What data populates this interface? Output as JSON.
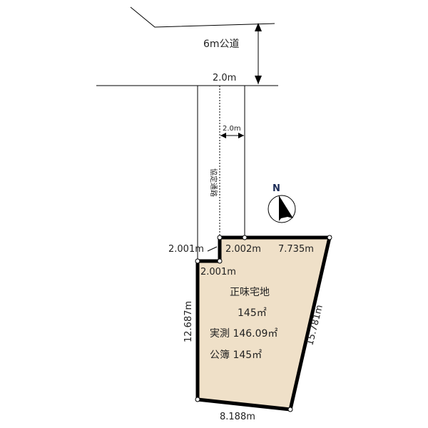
{
  "road": {
    "label": "6m公道",
    "frontage": "2.0m"
  },
  "passage": {
    "label": "協定通路",
    "width": "2.0m"
  },
  "compass": {
    "label": "N"
  },
  "dimensions": {
    "notch_left": "2.001m",
    "top_left": "2.002m",
    "top_right": "7.735m",
    "notch_bottom": "2.001m",
    "left": "12.687m",
    "right": "15.781m",
    "bottom": "8.188m"
  },
  "area": {
    "title": "正味宅地",
    "net": "145㎡",
    "measured": "実測 146.09㎡",
    "registered": "公簿  145㎡"
  },
  "colors": {
    "lot_fill": "#efe0c8",
    "line": "#000000"
  }
}
